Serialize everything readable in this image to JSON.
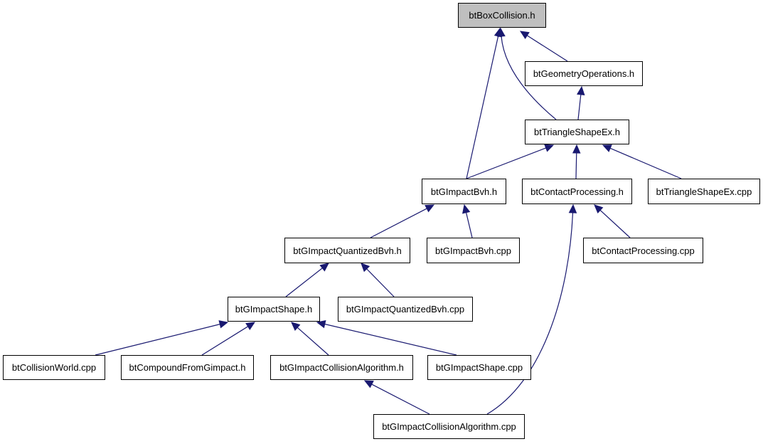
{
  "colors": {
    "edge": "#191970",
    "node_border": "#000000",
    "node_fill": "#ffffff",
    "highlight_fill": "#bfbfbf"
  },
  "nodes": [
    {
      "id": "btBoxCollision_h",
      "label": "btBoxCollision.h",
      "highlighted": true
    },
    {
      "id": "btGeometryOperations_h",
      "label": "btGeometryOperations.h"
    },
    {
      "id": "btTriangleShapeEx_h",
      "label": "btTriangleShapeEx.h"
    },
    {
      "id": "btGImpactBvh_h",
      "label": "btGImpactBvh.h"
    },
    {
      "id": "btContactProcessing_h",
      "label": "btContactProcessing.h"
    },
    {
      "id": "btTriangleShapeEx_cpp",
      "label": "btTriangleShapeEx.cpp"
    },
    {
      "id": "btGImpactQuantizedBvh_h",
      "label": "btGImpactQuantizedBvh.h"
    },
    {
      "id": "btGImpactBvh_cpp",
      "label": "btGImpactBvh.cpp"
    },
    {
      "id": "btContactProcessing_cpp",
      "label": "btContactProcessing.cpp"
    },
    {
      "id": "btGImpactShape_h",
      "label": "btGImpactShape.h"
    },
    {
      "id": "btGImpactQuantizedBvh_cpp",
      "label": "btGImpactQuantizedBvh.cpp"
    },
    {
      "id": "btCollisionWorld_cpp",
      "label": "btCollisionWorld.cpp"
    },
    {
      "id": "btCompoundFromGimpact_h",
      "label": "btCompoundFromGimpact.h"
    },
    {
      "id": "btGImpactCollisionAlgorithm_h",
      "label": "btGImpactCollisionAlgorithm.h"
    },
    {
      "id": "btGImpactShape_cpp",
      "label": "btGImpactShape.cpp"
    },
    {
      "id": "btGImpactCollisionAlgorithm_cpp",
      "label": "btGImpactCollisionAlgorithm.cpp"
    }
  ],
  "edges": [
    {
      "from": "btGeometryOperations_h",
      "to": "btBoxCollision_h"
    },
    {
      "from": "btTriangleShapeEx_h",
      "to": "btBoxCollision_h"
    },
    {
      "from": "btGImpactBvh_h",
      "to": "btBoxCollision_h"
    },
    {
      "from": "btTriangleShapeEx_h",
      "to": "btGeometryOperations_h"
    },
    {
      "from": "btGImpactBvh_h",
      "to": "btTriangleShapeEx_h"
    },
    {
      "from": "btContactProcessing_h",
      "to": "btTriangleShapeEx_h"
    },
    {
      "from": "btTriangleShapeEx_cpp",
      "to": "btTriangleShapeEx_h"
    },
    {
      "from": "btGImpactQuantizedBvh_h",
      "to": "btGImpactBvh_h"
    },
    {
      "from": "btGImpactBvh_cpp",
      "to": "btGImpactBvh_h"
    },
    {
      "from": "btContactProcessing_cpp",
      "to": "btContactProcessing_h"
    },
    {
      "from": "btGImpactCollisionAlgorithm_cpp",
      "to": "btContactProcessing_h"
    },
    {
      "from": "btGImpactShape_h",
      "to": "btGImpactQuantizedBvh_h"
    },
    {
      "from": "btGImpactQuantizedBvh_cpp",
      "to": "btGImpactQuantizedBvh_h"
    },
    {
      "from": "btCollisionWorld_cpp",
      "to": "btGImpactShape_h"
    },
    {
      "from": "btCompoundFromGimpact_h",
      "to": "btGImpactShape_h"
    },
    {
      "from": "btGImpactCollisionAlgorithm_h",
      "to": "btGImpactShape_h"
    },
    {
      "from": "btGImpactShape_cpp",
      "to": "btGImpactShape_h"
    },
    {
      "from": "btGImpactCollisionAlgorithm_cpp",
      "to": "btGImpactCollisionAlgorithm_h"
    }
  ]
}
